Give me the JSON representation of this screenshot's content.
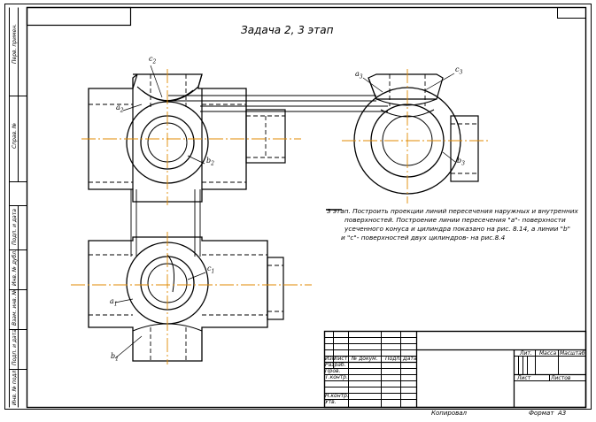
{
  "title": "Задача 2, 3 этап",
  "description": {
    "lines": [
      "3 этап. Построить проекции линий пересечения наружных и внутренних",
      "поверхностей. Построение линии пересечения \"a\"- поверхности",
      "усеченного конуса и цилиндра показано на рис. 8.14, а линии \"b\"",
      "и \"c\"- поверхностей двух цилиндров- на рис.8.4"
    ]
  },
  "labels": {
    "c2": {
      "main": "c",
      "sub": "2"
    },
    "a2": {
      "main": "a",
      "sub": "2"
    },
    "b2": {
      "main": "b",
      "sub": "2"
    },
    "a3": {
      "main": "a",
      "sub": "3"
    },
    "c3": {
      "main": "c",
      "sub": "3"
    },
    "b3": {
      "main": "b",
      "sub": "3"
    },
    "c1": {
      "main": "c",
      "sub": "1"
    },
    "a1": {
      "main": "a",
      "sub": "1"
    },
    "b1": {
      "main": "b",
      "sub": "1"
    }
  },
  "left_margin": {
    "perv_primen": "Перв. примен.",
    "sprav_no": "Справ. №",
    "podp_data1": "Подп. и дата",
    "inv_dubl": "Инв. № дубл.",
    "vzam_inv": "Взам. инв. №",
    "podp_data2": "Подп. и дата",
    "inv_podl": "Инв. № подл."
  },
  "title_block": {
    "izm": "Изм",
    "list": "Лист",
    "no_dokum": "№ докум.",
    "podp": "Подп.",
    "data": "Дата",
    "razrab": "Разраб.",
    "prov": "Пров.",
    "t_kontr": "Т.контр.",
    "n_kontr": "Н.контр.",
    "utv": "Утв.",
    "lit": "Лит.",
    "massa": "Масса",
    "masshtab": "Масштаб",
    "list2": "Лист",
    "listov": "Листов"
  },
  "footer": {
    "kopiroval": "Копировал",
    "format_label": "Формат",
    "format_value": "А3"
  }
}
